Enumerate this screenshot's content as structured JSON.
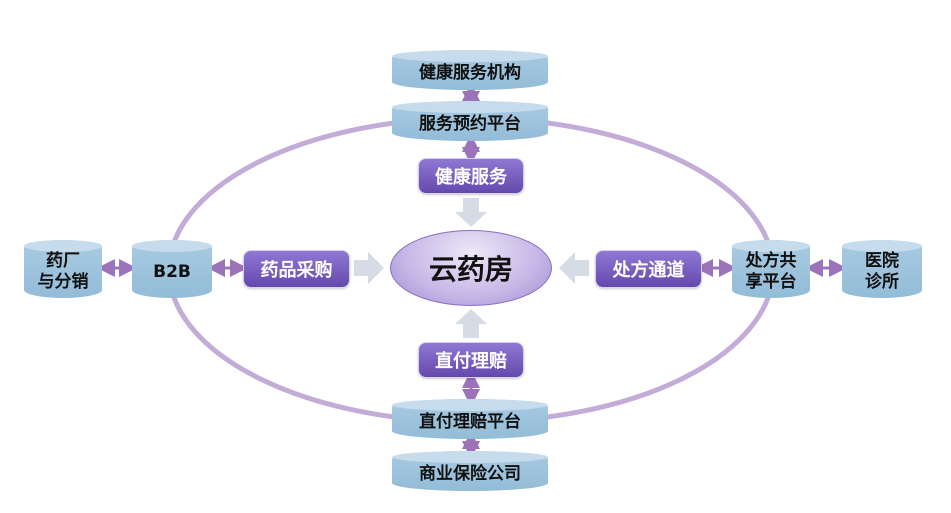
{
  "center": "云药房",
  "cylinders": {
    "health_org": "健康服务机构",
    "booking_platform": "服务预约平台",
    "claims_platform": "直付理赔平台",
    "insurer": "商业保险公司",
    "pharma": "药厂\n与分销",
    "pharma_l1": "药厂",
    "pharma_l2": "与分销",
    "b2b": "B2B",
    "rx_l1": "处方共",
    "rx_l2": "享平台",
    "hosp_l1": "医院",
    "hosp_l2": "诊所"
  },
  "services": {
    "health": "健康服务",
    "purchase": "药品采购",
    "prescription": "处方通道",
    "claims": "直付理赔"
  },
  "colors": {
    "ring": "#c3acd8",
    "double_arrow": "#9c73b8",
    "gray_arrow": "#d5dce6"
  }
}
